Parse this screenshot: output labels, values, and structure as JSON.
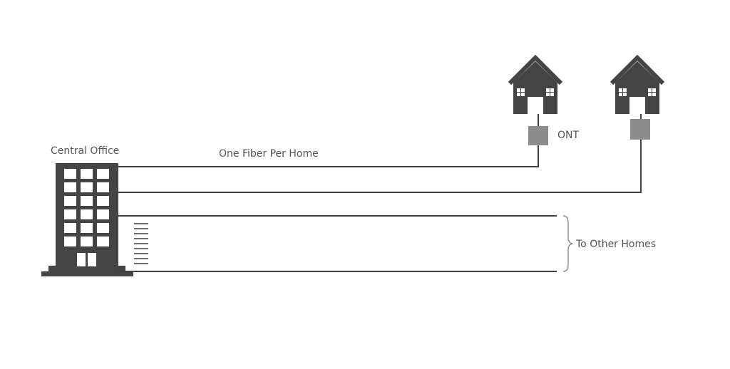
{
  "labels": {
    "central_office": "Central Office",
    "fiber": "One Fiber Per Home",
    "ont": "ONT",
    "other_homes": "To Other Homes"
  },
  "colors": {
    "building": "#454444",
    "line": "#3f3f3f",
    "ont_box": "#8c8c8c",
    "text": "#555555",
    "background": "#ffffff"
  },
  "icons": [
    "office-building-icon",
    "house-icon",
    "ont-device-icon",
    "curly-brace-icon"
  ]
}
